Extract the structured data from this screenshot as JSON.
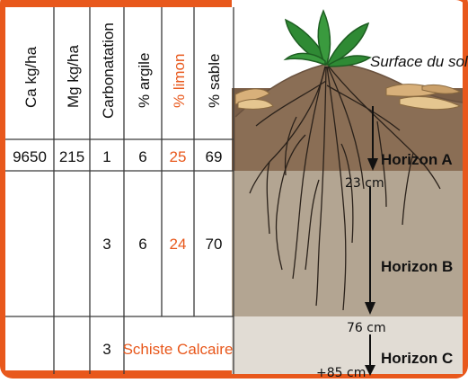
{
  "colors": {
    "frame": "#e8581c",
    "grid": "#3a3a3a",
    "orange_text": "#e8581c",
    "horizon_a": "#7a5e47",
    "horizon_b": "#b3a592",
    "horizon_c": "#e1dcd4",
    "mound": "#8a6e55",
    "leaf": "#2f8a34",
    "leaf_dark": "#1e5e22",
    "straw": "#d8b07a",
    "root": "#2a211a"
  },
  "table": {
    "headers": [
      "Ca kg/ha",
      "Mg kg/ha",
      "Carbonatation",
      "% argile",
      "% limon",
      "% sable"
    ],
    "rows": [
      [
        "9650",
        "215",
        "1",
        "6",
        "25",
        "69"
      ],
      [
        "",
        "",
        "3",
        "6",
        "24",
        "70"
      ],
      [
        "",
        "",
        "3",
        "Schiste Calcaire",
        "",
        ""
      ]
    ]
  },
  "diagram": {
    "surface_label": "Surface du sol",
    "horizons": [
      {
        "label": "Horizon A"
      },
      {
        "label": "Horizon B"
      },
      {
        "label": "Horizon C"
      }
    ],
    "depths": [
      "23 cm",
      "76 cm",
      "+85 cm"
    ]
  }
}
